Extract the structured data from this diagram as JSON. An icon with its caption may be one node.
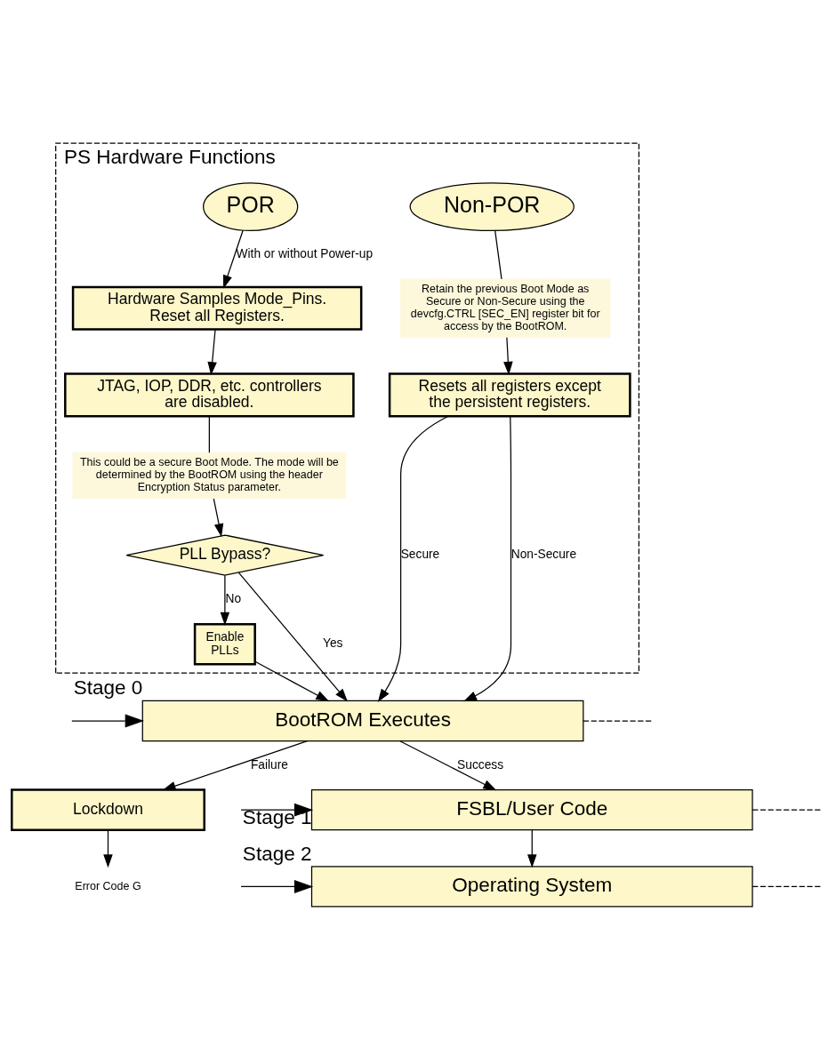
{
  "diagram": {
    "nodes": [
      {
        "text": [
          "PS Hardware Functions"
        ]
      },
      {
        "text": [
          "POR"
        ],
        "in": 0
      },
      {
        "text": [
          "Non-POR"
        ],
        "in": 0
      },
      {
        "text": [
          "Hardware Samples Mode_Pins. Reset all Registers."
        ],
        "in": 0
      },
      {
        "text": [
          "JTAG, IOP, DDR, etc. controllers are disabled."
        ],
        "in": 0
      },
      {
        "text": [
          "This could be a secure Boot Mode. The mode will be determined by the BootROM using the header Encryption Status parameter."
        ],
        "in": 0
      },
      {
        "text": [
          "Retain the previous Boot Mode as Secure or Non-Secure using the devcfg.CTRL [SEC_EN] register bit for access by the BootROM."
        ],
        "in": 0
      },
      {
        "text": [
          "PLL Bypass?"
        ],
        "in": 0
      },
      {
        "text": [
          "Enable PLLs"
        ],
        "in": 0
      },
      {
        "text": [
          "Resets all registers except the persistent registers."
        ],
        "in": 0
      },
      {
        "text": [
          "BootROM Executes"
        ],
        "beside": [
          "Stage 0"
        ]
      },
      {
        "text": [
          "Lockdown"
        ]
      },
      {
        "text": [
          "FSBL/User Code"
        ],
        "beside": [
          "Stage 1"
        ]
      },
      {
        "text": [
          "Operating System"
        ],
        "beside": [
          "Stage 2"
        ]
      },
      {
        "text": [
          "Error Code G"
        ]
      }
    ],
    "edges": [
      {
        "from": 1,
        "to": 3,
        "arrow": "to",
        "label": "With or without Power-up"
      },
      {
        "from": 3,
        "to": 4,
        "arrow": "to"
      },
      {
        "from": 4,
        "to": 5,
        "arrow": "none"
      },
      {
        "from": 5,
        "to": 7,
        "arrow": "to"
      },
      {
        "from": 7,
        "to": 8,
        "arrow": "to",
        "label": "No"
      },
      {
        "from": 2,
        "to": 6,
        "arrow": "none"
      },
      {
        "from": 6,
        "to": 9,
        "arrow": "to"
      },
      {
        "from": 7,
        "to": 10,
        "arrow": "to",
        "label": "Yes"
      },
      {
        "from": 8,
        "to": 10,
        "arrow": "to"
      },
      {
        "from": 9,
        "to": 10,
        "arrow": "to",
        "label": "Secure"
      },
      {
        "from": 9,
        "to": 10,
        "arrow": "to",
        "label": "Non-Secure"
      },
      {
        "from": 10,
        "to": null,
        "arrow": "none",
        "style": "dashed"
      },
      {
        "from": null,
        "to": 10,
        "arrow": "to"
      },
      {
        "from": 10,
        "to": 12,
        "arrow": "to",
        "label": "Success"
      },
      {
        "from": 10,
        "to": 11,
        "arrow": "to",
        "label": "Failure"
      },
      {
        "from": 11,
        "to": 14,
        "arrow": "to"
      },
      {
        "from": 12,
        "to": null,
        "arrow": "none",
        "style": "dashed"
      },
      {
        "from": null,
        "to": 12,
        "arrow": "to"
      },
      {
        "from": 12,
        "to": 13,
        "arrow": "to"
      },
      {
        "from": 13,
        "to": null,
        "arrow": "none",
        "style": "dashed"
      },
      {
        "from": null,
        "to": 13,
        "arrow": "to"
      }
    ]
  }
}
